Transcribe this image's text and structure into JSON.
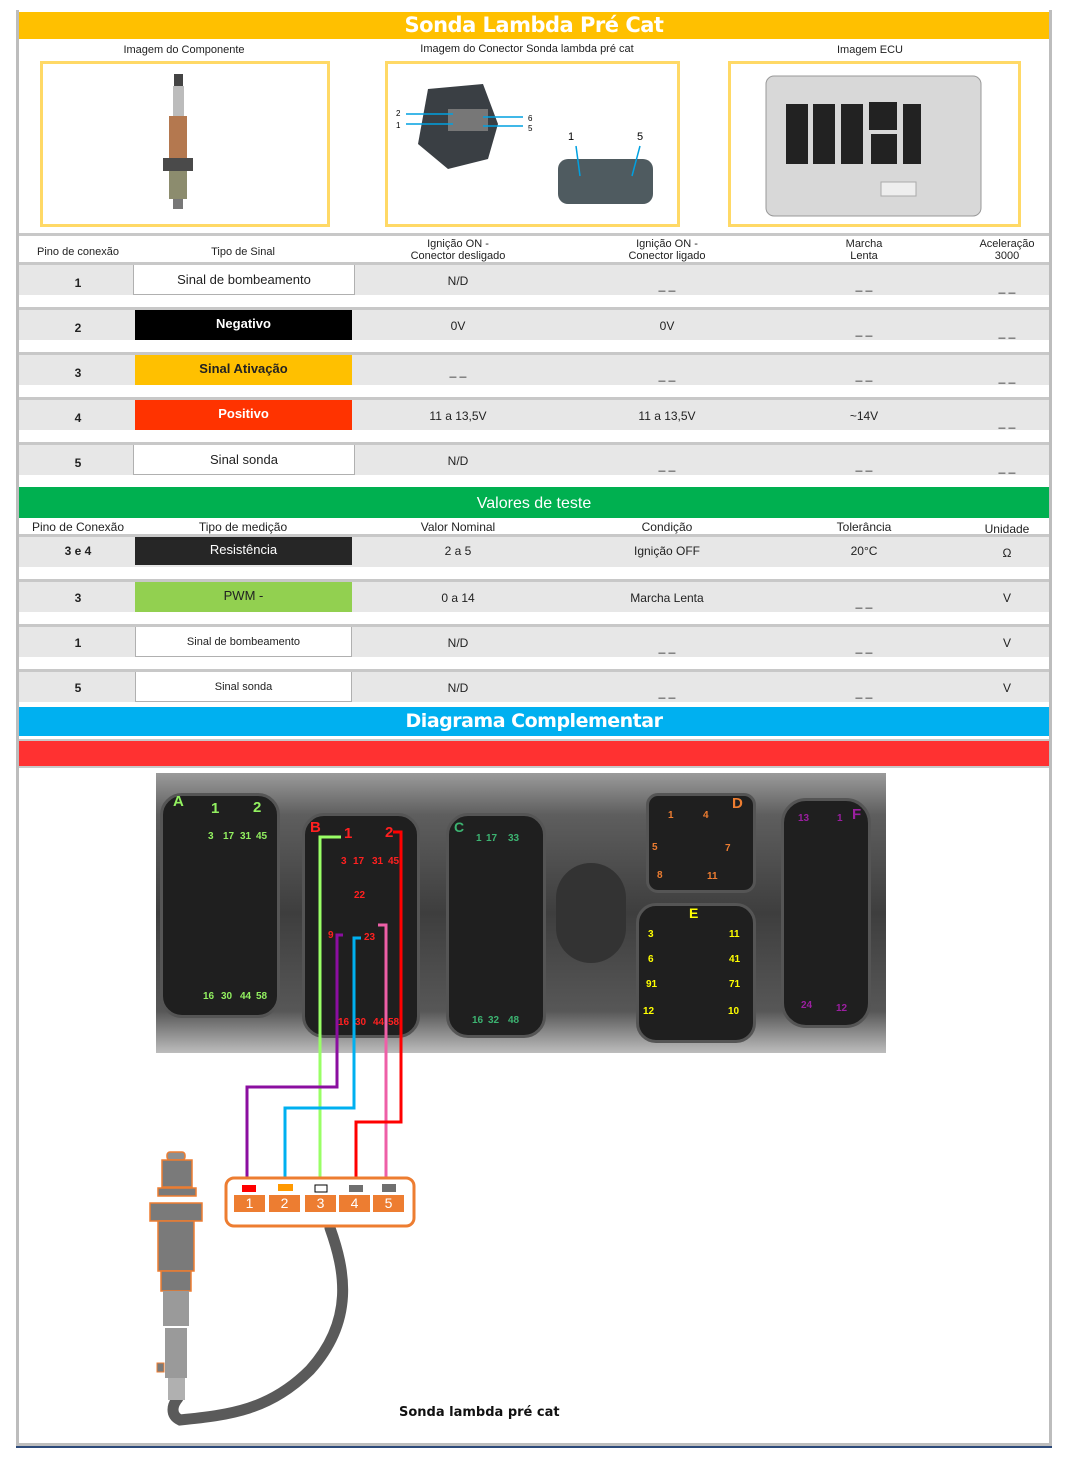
{
  "title": "Sonda Lambda Pré Cat",
  "images": {
    "component_label": "Imagem do Componente",
    "connector_label": "Imagem do Conector Sonda lambda pré cat",
    "ecu_label": "Imagem ECU",
    "connector_callouts": {
      "left": [
        "2",
        "1",
        "6",
        "5"
      ],
      "right": [
        "1",
        "5"
      ]
    }
  },
  "signal_table": {
    "headers": {
      "pin": "Pino de conexão",
      "signal": "Tipo de Sinal",
      "ign_off": [
        "Ignição ON -",
        "Conector desligado"
      ],
      "ign_on": [
        "Ignição ON -",
        "Conector ligado"
      ],
      "idle": [
        "Marcha",
        "Lenta"
      ],
      "accel": [
        "Aceleração",
        "3000"
      ]
    },
    "rows": [
      {
        "pin": "1",
        "signal": "Sinal de bombeamento",
        "ign_off": "N/D",
        "ign_on": "_ _",
        "idle": "_ _",
        "accel": "_ _",
        "color": "#ffffff",
        "text_color": "#222222"
      },
      {
        "pin": "2",
        "signal": "Negativo",
        "ign_off": "0V",
        "ign_on": "0V",
        "idle": "_ _",
        "accel": "_ _",
        "color": "#000000",
        "text_color": "#ffffff"
      },
      {
        "pin": "3",
        "signal": "Sinal Ativação",
        "ign_off": "_ _",
        "ign_on": "_ _",
        "idle": "_ _",
        "accel": "_ _",
        "color": "#ffc000",
        "text_color": "#222222"
      },
      {
        "pin": "4",
        "signal": "Positivo",
        "ign_off": "11 a 13,5V",
        "ign_on": "11 a 13,5V",
        "idle": "~14V",
        "accel": "_ _",
        "color": "#ff3300",
        "text_color": "#ffffff"
      },
      {
        "pin": "5",
        "signal": "Sinal sonda",
        "ign_off": "N/D",
        "ign_on": "_ _",
        "idle": "_ _",
        "accel": "_ _",
        "color": "#ffffff",
        "text_color": "#222222"
      }
    ]
  },
  "test_values": {
    "title": "Valores de teste",
    "headers": {
      "pin": "Pino de Conexão",
      "type": "Tipo de medição",
      "nominal": "Valor Nominal",
      "condition": "Condição",
      "tolerance": "Tolerância",
      "unit": "Unidade"
    },
    "rows": [
      {
        "pin": "3 e 4",
        "type": "Resistência",
        "nominal": "2 a 5",
        "condition": "Ignição OFF",
        "tolerance": "20°C",
        "unit": "Ω",
        "color": "#262626",
        "text_color": "#ffffff"
      },
      {
        "pin": "3",
        "type": "PWM -",
        "nominal": "0 a 14",
        "condition": "Marcha Lenta",
        "tolerance": "_ _",
        "unit": "V",
        "color": "#92d050",
        "text_color": "#222222"
      },
      {
        "pin": "1",
        "type": "Sinal de bombeamento",
        "nominal": "N/D",
        "condition": "_ _",
        "tolerance": "_ _",
        "unit": "V",
        "color": "#ffffff",
        "text_color": "#222222"
      },
      {
        "pin": "5",
        "type": "Sinal sonda",
        "nominal": "N/D",
        "condition": "_ _",
        "tolerance": "_ _",
        "unit": "V",
        "color": "#ffffff",
        "text_color": "#222222"
      }
    ]
  },
  "diagram": {
    "title": "Diagrama Complementar",
    "caption": "Sonda lambda pré cat",
    "connectors": {
      "A": {
        "letter": "A",
        "top": [
          "1",
          "2"
        ],
        "row1": [
          "3",
          "17",
          "31",
          "45"
        ],
        "bottom": [
          "16",
          "30",
          "44",
          "58"
        ],
        "color": "#92f060"
      },
      "B": {
        "letter": "B",
        "top": [
          "1",
          "2"
        ],
        "row1": [
          "3",
          "17",
          "31",
          "45"
        ],
        "mid": "22",
        "pins": [
          "9",
          "23"
        ],
        "bottom": [
          "16",
          "30",
          "44",
          "58"
        ],
        "color": "#ff2020"
      },
      "C": {
        "letter": "C",
        "row1": [
          "1",
          "17",
          "33"
        ],
        "bottom": [
          "16",
          "32",
          "48"
        ],
        "color": "#3cb371"
      },
      "D": {
        "letter": "D",
        "labels": [
          "1",
          "4",
          "5",
          "7",
          "8",
          "11"
        ],
        "color": "#ed7d31"
      },
      "E": {
        "letter": "E",
        "left": [
          "3",
          "6",
          "91",
          "12"
        ],
        "right": [
          "11",
          "41",
          "71",
          "10"
        ],
        "color": "#ffff00"
      },
      "F": {
        "letter": "F",
        "labels": [
          "13",
          "1",
          "24",
          "12"
        ],
        "color": "#9b1fa0"
      }
    },
    "sensor_pins": [
      "1",
      "2",
      "3",
      "4",
      "5"
    ],
    "wire_colors": {
      "purple": "#8b0ea0",
      "blue": "#00b0f0",
      "green": "#99ff66",
      "red": "#ff0000",
      "pink": "#ee5fa7"
    }
  }
}
